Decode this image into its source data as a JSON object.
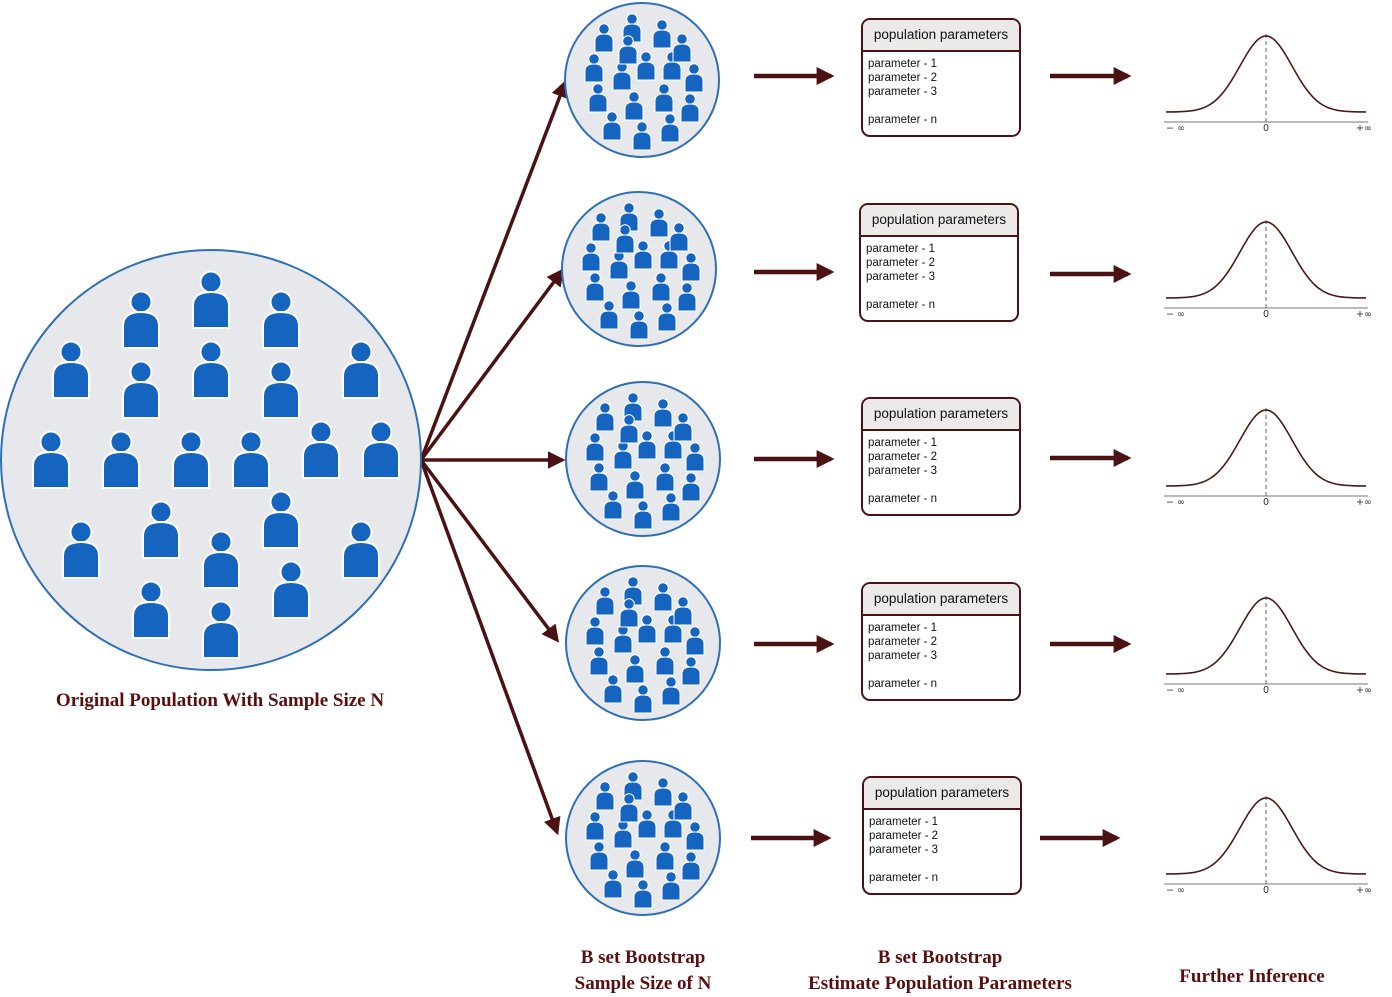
{
  "labels": {
    "original": "Original Population With Sample Size N",
    "bootstrap_line1": "B set Bootstrap",
    "bootstrap_line2": "Sample Size of N",
    "estimate_line1": "B set Bootstrap",
    "estimate_line2": "Estimate Population Parameters",
    "inference": "Further Inference"
  },
  "parameter_box": {
    "title": "population parameters",
    "rows": [
      "parameter - 1",
      "parameter - 2",
      "parameter - 3",
      "parameter - n"
    ]
  },
  "axis": {
    "left": "− ∞",
    "center": "0",
    "right": "+∞"
  },
  "bootstrap_sample_count": 5,
  "colors": {
    "arrow": "#4a1212",
    "person": "#1565c0",
    "circle_fill": "#e6e8eb",
    "circle_stroke": "#2f6fb6",
    "label": "#5a0f0f"
  }
}
